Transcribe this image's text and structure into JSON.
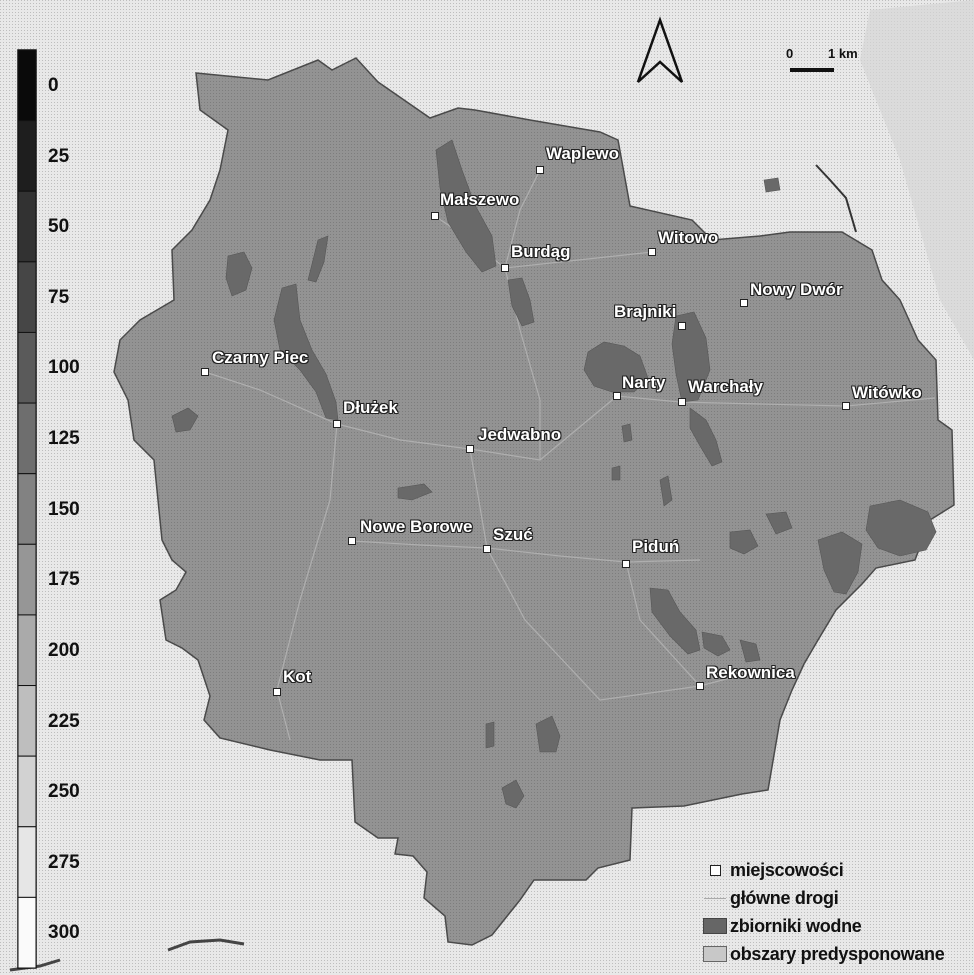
{
  "elevation_scale": {
    "labels": [
      "0",
      "25",
      "50",
      "75",
      "100",
      "125",
      "150",
      "175",
      "200",
      "225",
      "250",
      "275",
      "300"
    ]
  },
  "scale_bar": {
    "zero": "0",
    "distance": "1 km"
  },
  "places": [
    {
      "name": "Waplewo"
    },
    {
      "name": "Małszewo"
    },
    {
      "name": "Burdąg"
    },
    {
      "name": "Witowo"
    },
    {
      "name": "Nowy Dwór"
    },
    {
      "name": "Brajniki"
    },
    {
      "name": "Czarny Piec"
    },
    {
      "name": "Narty"
    },
    {
      "name": "Warchały"
    },
    {
      "name": "Witówko"
    },
    {
      "name": "Dłużek"
    },
    {
      "name": "Jedwabno"
    },
    {
      "name": "Nowe Borowe"
    },
    {
      "name": "Szuć"
    },
    {
      "name": "Piduń"
    },
    {
      "name": "Kot"
    },
    {
      "name": "Rekownica"
    }
  ],
  "legend": {
    "settlements": "miejscowości",
    "roads": "główne drogi",
    "water": "zbiorniki wodne",
    "areas": "obszary predysponowane"
  },
  "colors": {
    "map_area": "#8f8f8f",
    "water": "#6a6a6a",
    "background": "#e4e4e4",
    "scale_dark": "#111111"
  },
  "icons": {
    "north": "north-arrow-icon"
  }
}
